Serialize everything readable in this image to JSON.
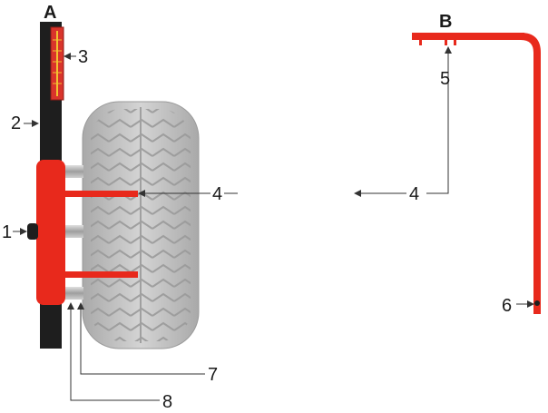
{
  "panels": {
    "a": {
      "letter": "A"
    },
    "b": {
      "letter": "B"
    }
  },
  "callouts": {
    "c1": "1",
    "c2": "2",
    "c3": "3",
    "c4a": "4",
    "c4b": "4",
    "c5": "5",
    "c6": "6",
    "c7": "7",
    "c8": "8"
  },
  "colors": {
    "accent_red": "#e8291c",
    "post_black": "#1e1e1e",
    "tire_gray": "#bdbdbd",
    "scale_yellow": "#f2c230",
    "line": "#333333"
  }
}
